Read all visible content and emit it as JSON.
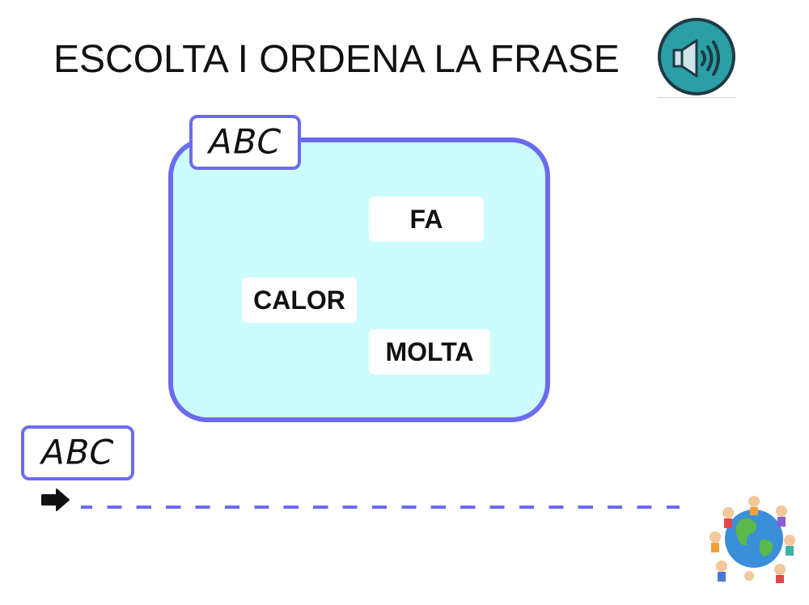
{
  "title": "ESCOLTA I ORDENA LA FRASE",
  "speaker_icon": "speaker-icon",
  "top_tab_label": "ABC",
  "bottom_tab_label": "ABC",
  "words": [
    {
      "label": "FA"
    },
    {
      "label": "CALOR"
    },
    {
      "label": "MOLTA"
    }
  ],
  "arrow_icon": "right-arrow-icon",
  "decoration": "globe-children-icon",
  "colors": {
    "accent": "#6b6bf0",
    "box_fill": "#ccfbfd",
    "speaker": "#2a9fa6"
  }
}
